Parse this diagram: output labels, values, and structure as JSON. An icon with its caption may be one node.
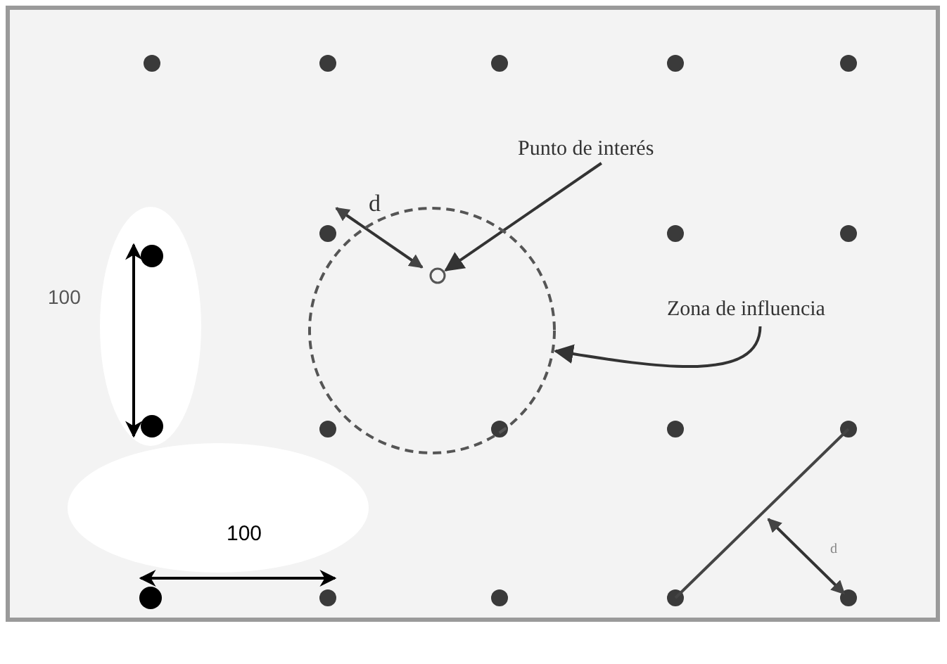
{
  "diagram": {
    "nodes": [
      {
        "text": [
          "Punto de interés"
        ]
      },
      {
        "text": [],
        "shape": "circle"
      },
      {
        "text": [],
        "shape": "circle",
        "in": 1
      },
      {
        "text": [
          "Zona de influencia"
        ]
      }
    ],
    "edges": [
      {
        "from": 0,
        "to": 2,
        "arrow": "to"
      },
      {
        "from": 3,
        "to": 1,
        "arrow": "to"
      }
    ],
    "labels": [
      "d",
      "100",
      "100",
      "d"
    ]
  }
}
